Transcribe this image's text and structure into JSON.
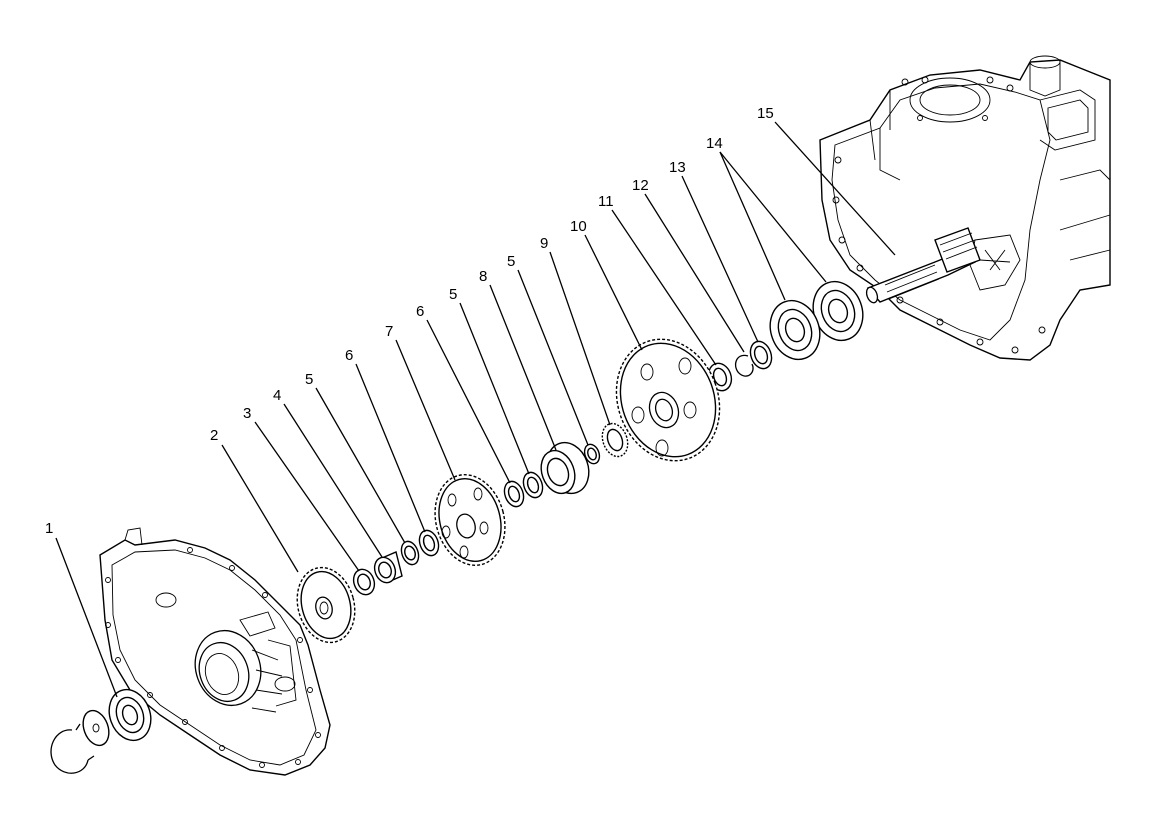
{
  "callouts": [
    {
      "id": "1",
      "label": "1"
    },
    {
      "id": "2",
      "label": "2"
    },
    {
      "id": "3",
      "label": "3"
    },
    {
      "id": "4",
      "label": "4"
    },
    {
      "id": "5a",
      "label": "5"
    },
    {
      "id": "6a",
      "label": "6"
    },
    {
      "id": "7",
      "label": "7"
    },
    {
      "id": "6b",
      "label": "6"
    },
    {
      "id": "5b",
      "label": "5"
    },
    {
      "id": "8",
      "label": "8"
    },
    {
      "id": "5c",
      "label": "5"
    },
    {
      "id": "9",
      "label": "9"
    },
    {
      "id": "10",
      "label": "10"
    },
    {
      "id": "11",
      "label": "11"
    },
    {
      "id": "12",
      "label": "12"
    },
    {
      "id": "13",
      "label": "13"
    },
    {
      "id": "14",
      "label": "14"
    },
    {
      "id": "15",
      "label": "15"
    }
  ]
}
